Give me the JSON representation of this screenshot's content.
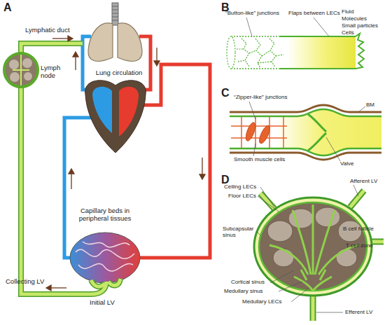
{
  "diagram": {
    "labels": [
      "A",
      "B",
      "C",
      "D",
      "Lung circulation",
      "Lymphatic duct",
      "Lymph node",
      "Capillary beds in peripheral tissues",
      "Collecting LV",
      "Initial LV",
      "“Button-like” junctions",
      "Flaps between LECs",
      "Fluid",
      "Molecules",
      "Small particles",
      "Cells",
      "“Zipper-like” junctions",
      "BM",
      "Smooth muscle cells",
      "Valve",
      "Ceiling LECs",
      "Floor LECs",
      "Afferent LV",
      "Subcapsular sinus",
      "B cell follicle",
      "T cell zone",
      "Cortical sinus",
      "Medullary sinus",
      "Medullary LECs",
      "Efferent LV"
    ]
  }
}
